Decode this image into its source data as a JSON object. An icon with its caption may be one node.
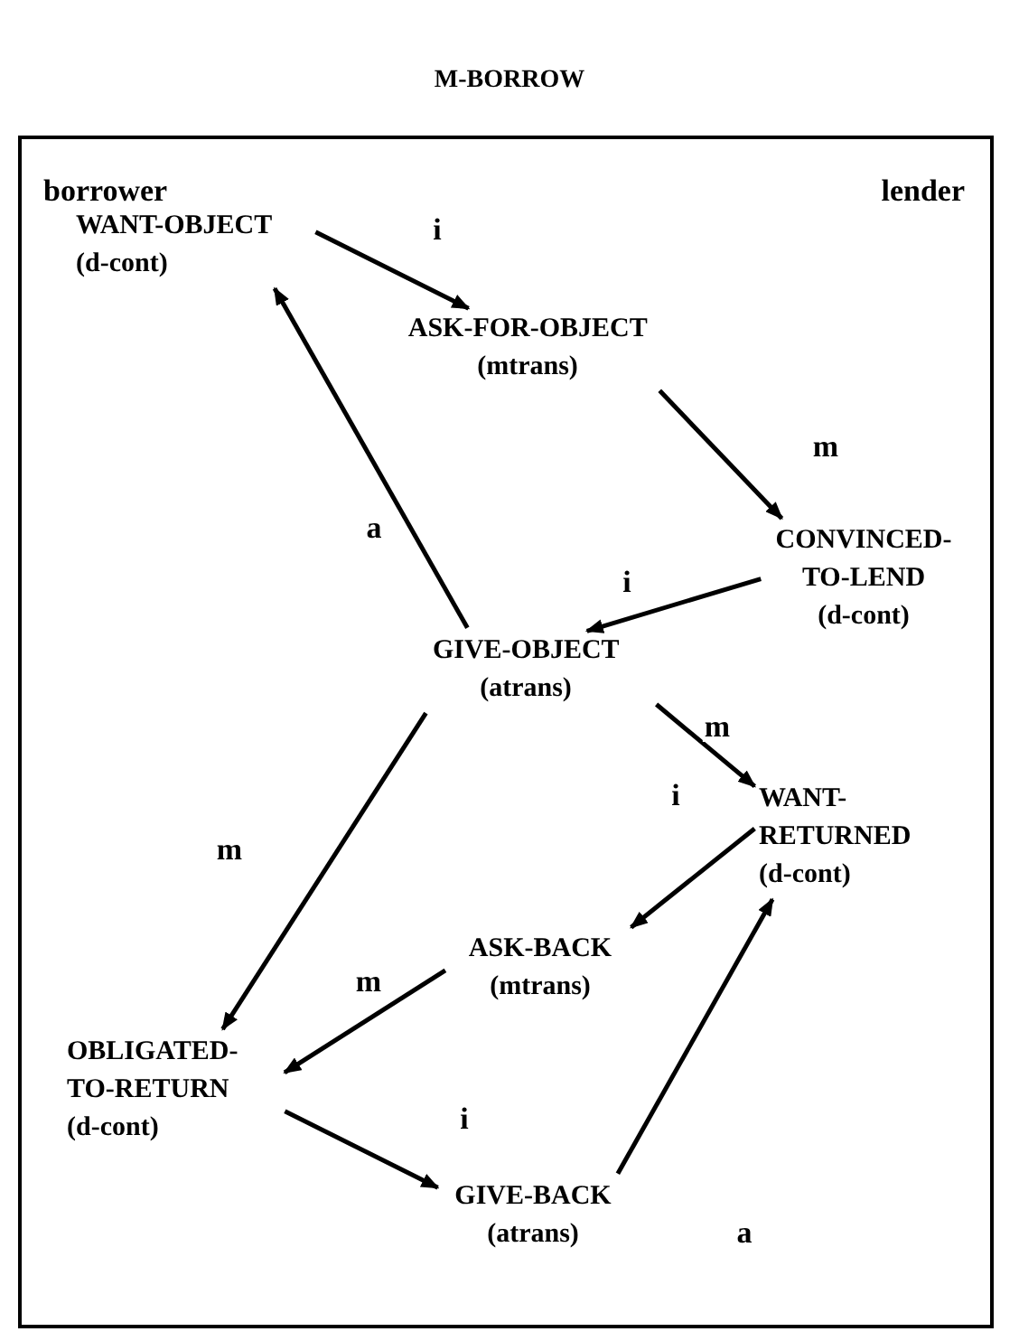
{
  "diagram": {
    "title": "M-BORROW",
    "nodes": [
      {
        "text": [
          "borrower",
          "lender"
        ]
      },
      {
        "text": [
          "WANT-OBJECT (d-cont)"
        ],
        "in": 0
      },
      {
        "text": [
          "ASK-FOR-OBJECT (mtrans)"
        ],
        "in": 0
      },
      {
        "text": [
          "CONVINCED- TO-LEND (d-cont)"
        ],
        "in": 0
      },
      {
        "text": [
          "GIVE-OBJECT (atrans)"
        ],
        "in": 0
      },
      {
        "text": [
          "WANT- RETURNED (d-cont)"
        ],
        "in": 0
      },
      {
        "text": [
          "ASK-BACK (mtrans)"
        ],
        "in": 0
      },
      {
        "text": [
          "OBLIGATED- TO-RETURN (d-cont)"
        ],
        "in": 0
      },
      {
        "text": [
          "GIVE-BACK (atrans)"
        ],
        "in": 0
      }
    ],
    "edges": [
      {
        "from": 1,
        "to": 2,
        "arrow": "to",
        "label": "i"
      },
      {
        "from": 2,
        "to": 3,
        "arrow": "to",
        "label": "m"
      },
      {
        "from": 4,
        "to": 1,
        "arrow": "to",
        "label": "a"
      },
      {
        "from": 3,
        "to": 4,
        "arrow": "to",
        "label": "i"
      },
      {
        "from": 4,
        "to": 5,
        "arrow": "to",
        "label": "m"
      },
      {
        "from": 5,
        "to": 6,
        "arrow": "to",
        "label": "i"
      },
      {
        "from": 6,
        "to": 7,
        "arrow": "to",
        "label": "m"
      },
      {
        "from": 4,
        "to": 7,
        "arrow": "to",
        "label": "m"
      },
      {
        "from": 7,
        "to": 8,
        "arrow": "to",
        "label": "i"
      },
      {
        "from": 8,
        "to": 5,
        "arrow": "to",
        "label": "a"
      }
    ]
  }
}
